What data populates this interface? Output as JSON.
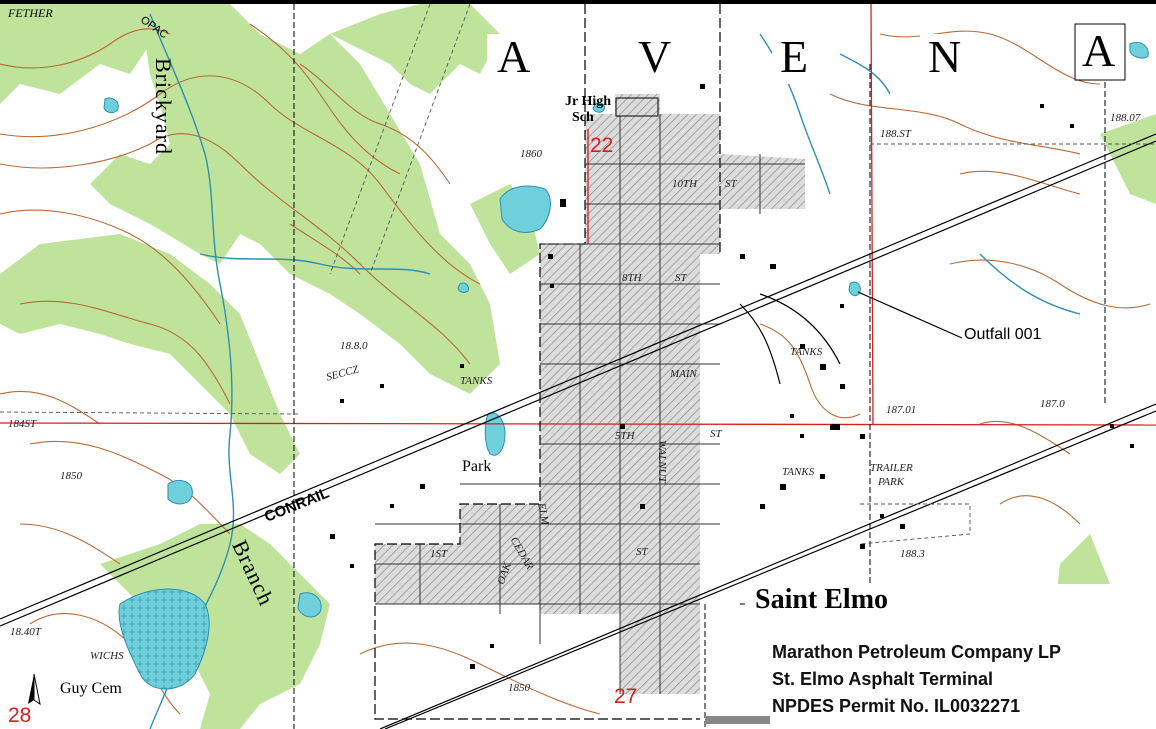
{
  "map": {
    "town_letters": [
      "A",
      "V",
      "E",
      "N",
      "A"
    ],
    "labels": {
      "top_left_corner": "FETHER",
      "opac": "OPAC",
      "brickyard": "Brickyard",
      "branch": "Branch",
      "jr_high_line1": "Jr High",
      "jr_high_line2": "Sch",
      "park": "Park",
      "conrail": "CONRAIL",
      "saint_elmo": "Saint Elmo",
      "guy_cem": "Guy Cem",
      "outfall": "Outfall 001",
      "street_10th": "10TH",
      "street_st_a": "ST",
      "street_8th": "8TH",
      "street_st_b": "ST",
      "street_5th": "5TH",
      "street_st_c": "ST",
      "street_1st": "1ST",
      "street_st_d": "ST",
      "walnut": "WALNUT",
      "elm": "ELM",
      "oak": "OAK",
      "cedar": "CEDAR",
      "main": "MAIN",
      "tanks_left": "TANKS",
      "tanks_right": "TANKS",
      "tanks_bottom": "TANKS",
      "trailer_line1": "TRAILER",
      "trailer_line2": "PARK",
      "seccz": "SECCZ",
      "section_22": "22",
      "section_27": "27",
      "section_28": "28",
      "elev_1860": "1860",
      "elev_188st": "188.ST",
      "elev_188_07": "188.07",
      "elev_187_01": "187.01",
      "elev_187_0": "187.0",
      "elev_184st": "184ST",
      "elev_1850": "1850",
      "elev_1840t": "18.40T",
      "elev_188_3": "188.3",
      "elev_1850b": "1850",
      "wichs": "WICHS",
      "elev_188_0": "18.8.0"
    },
    "caption": {
      "line1": "Marathon Petroleum Company LP",
      "line2": "St. Elmo Asphalt Terminal",
      "line3": "NPDES Permit No. IL0032271"
    },
    "colors": {
      "vegetation": "#bfe39b",
      "water": "#6fd0dc",
      "stream": "#2e8fb0",
      "contour": "#b86a38",
      "grid_red": "#d62020",
      "urban_tint": "#c8c8c8"
    },
    "north_arrow_icon": "north-arrow-icon"
  }
}
